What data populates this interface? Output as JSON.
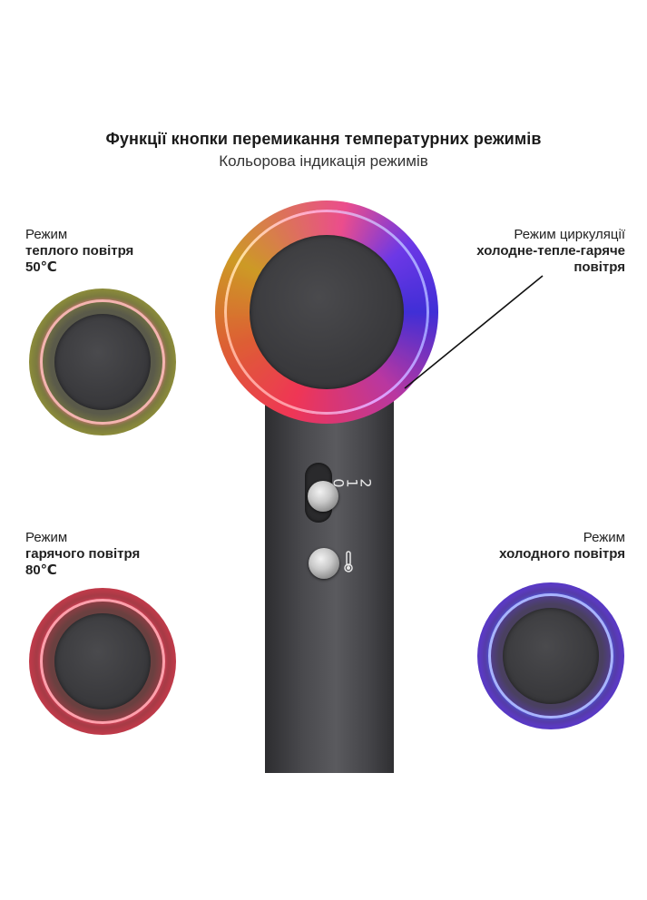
{
  "header": {
    "title": "Функції кнопки перемикання температурних режимів",
    "subtitle": "Кольорова індикація режимів"
  },
  "modes": {
    "warm": {
      "line1": "Режим",
      "line2": "теплого повітря",
      "line3": "50℃",
      "ring_color": "#f0a0a0",
      "glow_color": "#b7a22a"
    },
    "hot": {
      "line1": "Режим",
      "line2": "гарячого повітря",
      "line3": "80℃",
      "ring_color": "#ff8a9a",
      "glow_color": "#e8304a"
    },
    "cold": {
      "line1": "Режим",
      "line2": "холодного повітря",
      "ring_color": "#9aa8ff",
      "glow_color": "#4a30d8"
    },
    "cycle": {
      "line1": "Режим циркуляції",
      "line2": "холодне-тепле-гаряче",
      "line3": "повітря"
    }
  },
  "device": {
    "speed_label": "2 1 0",
    "colors": {
      "body": "#4a4a4e",
      "knob": "#c9c9c9"
    }
  }
}
